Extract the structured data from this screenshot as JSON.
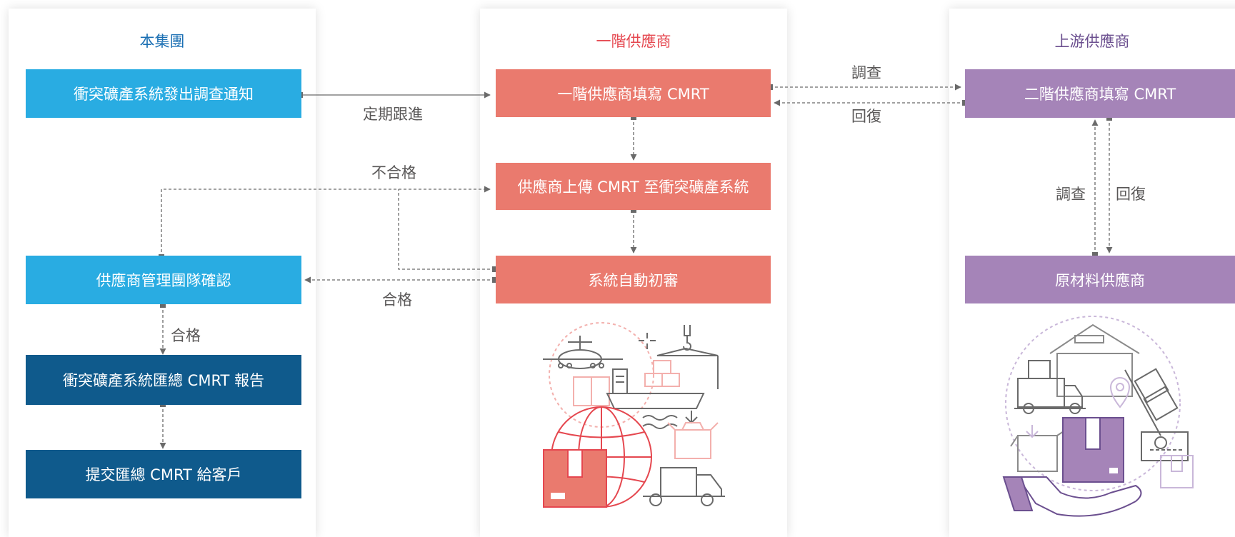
{
  "colors": {
    "group_title": "#1a6fb3",
    "tier1_title": "#e5474f",
    "upstream_title": "#6b4f8f",
    "light_blue": "#29ace2",
    "dark_blue": "#0f5a8c",
    "salmon": "#ea7a6e",
    "purple": "#a584b8",
    "connector": "#6a6a6a"
  },
  "lanes": [
    {
      "title": "本集團"
    },
    {
      "title": "一階供應商"
    },
    {
      "title": "上游供應商"
    }
  ],
  "boxes": {
    "notify": "衝突礦產系統發出調查通知",
    "team_confirm": "供應商管理團隊確認",
    "summary_report": "衝突礦產系統匯總 CMRT 報告",
    "submit": "提交匯總 CMRT 給客戶",
    "tier1_fill": "一階供應商填寫 CMRT",
    "upload": "供應商上傳 CMRT 至衝突礦產系統",
    "auto_review": "系統自動初審",
    "tier2_fill": "二階供應商填寫 CMRT",
    "raw_material": "原材料供應商"
  },
  "labels": {
    "followup": "定期跟進",
    "fail": "不合格",
    "pass_mid": "合格",
    "pass_left": "合格",
    "survey_top": "調查",
    "reply_top": "回復",
    "survey_right": "調查",
    "reply_right": "回復"
  },
  "icons": {
    "tier1_illustration": "logistics-illustration",
    "upstream_illustration": "warehouse-delivery-illustration"
  }
}
